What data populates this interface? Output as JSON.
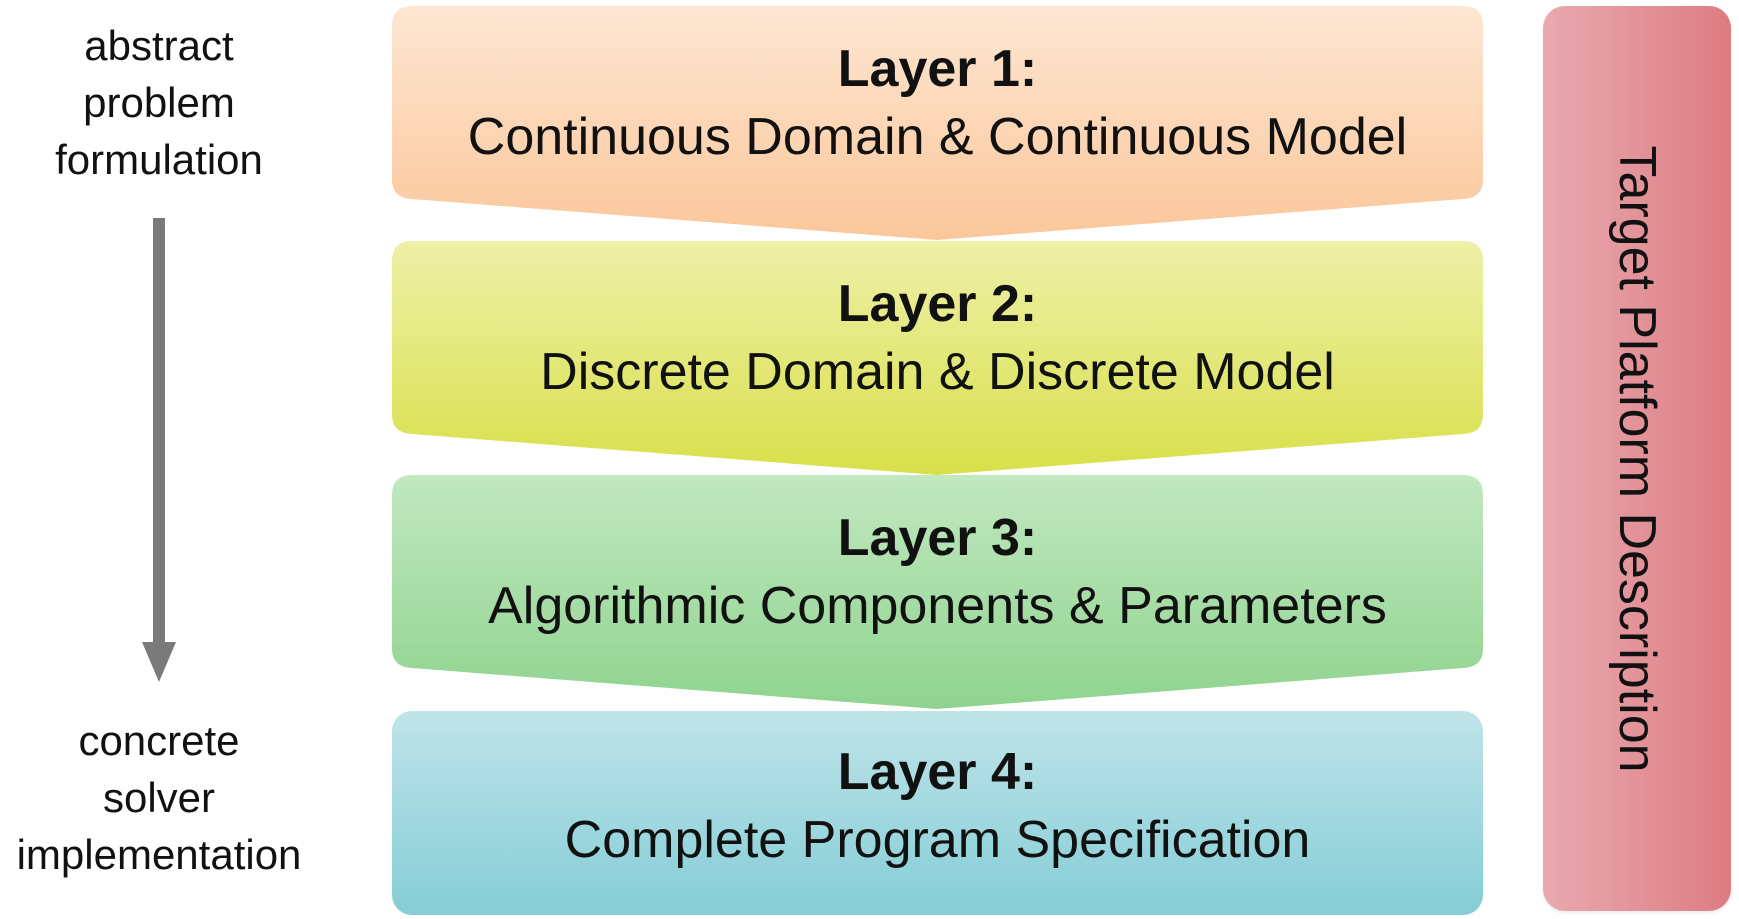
{
  "left_labels": {
    "top": [
      "abstract",
      "problem",
      "formulation"
    ],
    "bottom": [
      "concrete",
      "solver",
      "implementation"
    ]
  },
  "layers": [
    {
      "title": "Layer 1:",
      "description": "Continuous Domain & Continuous Model",
      "color_top": "#fde6d2",
      "color_bottom": "#fbc79b"
    },
    {
      "title": "Layer 2:",
      "description": "Discrete Domain & Discrete Model",
      "color_top": "#eef0a8",
      "color_bottom": "#d8e04a"
    },
    {
      "title": "Layer 3:",
      "description": "Algorithmic Components & Parameters",
      "color_top": "#c2e8c0",
      "color_bottom": "#8fd38f"
    },
    {
      "title": "Layer 4:",
      "description": "Complete Program Specification",
      "color_top": "#bfe4e9",
      "color_bottom": "#85cdd6"
    }
  ],
  "side_bar": {
    "label": "Target Platform Description",
    "color_left": "#e8aab0",
    "color_right": "#dd7c82"
  },
  "arrow_color": "#7a7a7a"
}
